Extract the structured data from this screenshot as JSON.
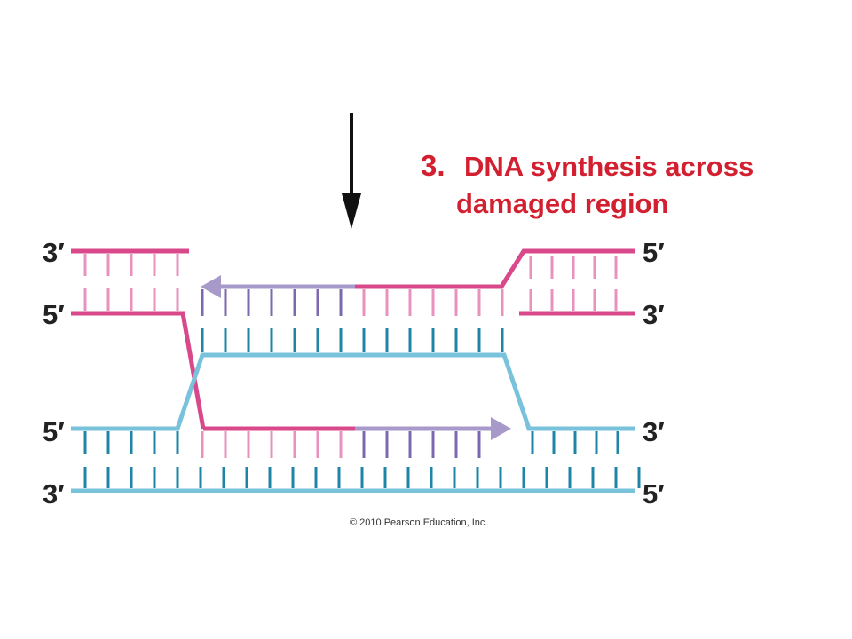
{
  "step": {
    "number": "3.",
    "caption_line1": "DNA synthesis across",
    "caption_line2": "damaged region"
  },
  "labels": {
    "top_left_upper": "3′",
    "top_left_lower": "5′",
    "top_right_upper": "5′",
    "top_right_lower": "3′",
    "bottom_left_upper": "5′",
    "bottom_left_lower": "3′",
    "bottom_right_upper": "3′",
    "bottom_right_lower": "5′"
  },
  "copyright": "© 2010 Pearson Education, Inc.",
  "colors": {
    "pink_strand": "#d8488a",
    "pink_light": "#e892bd",
    "new_synthesis": "#a79acb",
    "new_synthesis_dark": "#7b68ae",
    "blue_strand": "#78c2dc",
    "blue_dark": "#1f84a6",
    "arrow": "#111111",
    "caption": "#d32030"
  }
}
